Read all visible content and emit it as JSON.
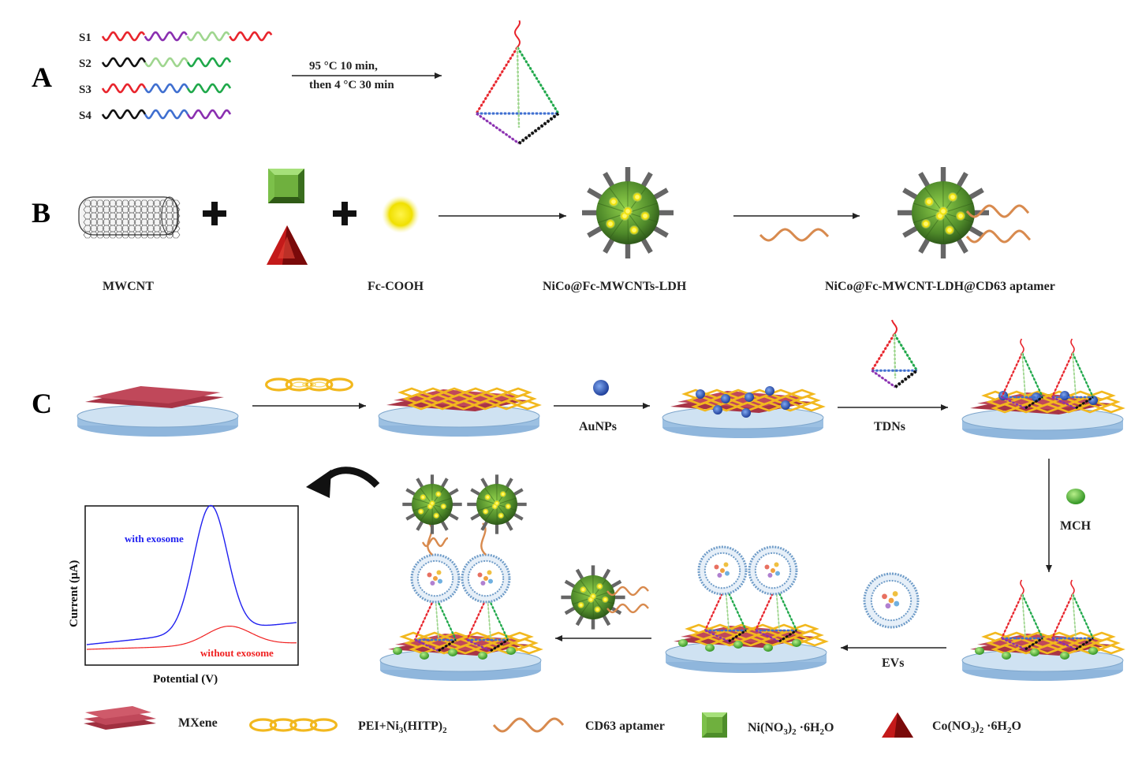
{
  "panels": {
    "a": "A",
    "b": "B",
    "c": "C"
  },
  "strands": [
    "S1",
    "S2",
    "S3",
    "S4"
  ],
  "annealing": {
    "line1": "95 °C 10 min,",
    "line2": "then 4 °C 30 min"
  },
  "panel_b": {
    "mwcnt": "MWCNT",
    "fc": "Fc-COOH",
    "ldh": "NiCo@Fc-MWCNTs-LDH",
    "ldh_aptamer": "NiCo@Fc-MWCNT-LDH@CD63 aptamer"
  },
  "steps": {
    "aunps": "AuNPs",
    "tdns": "TDNs",
    "mch": "MCH",
    "evs": "EVs"
  },
  "plot": {
    "ylabel": "Current (μA)",
    "xlabel": "Potential (V)",
    "with": "with exosome",
    "without": "without exosome"
  },
  "legend": {
    "mxene": "MXene",
    "pei": "PEI+Ni",
    "pei_sub": "3",
    "pei_tail": "(HITP)",
    "pei_sub2": "2",
    "aptamer": "CD63 aptamer",
    "ni_a": "Ni(NO",
    "ni_b": "3",
    "ni_c": ")",
    "ni_d": "2",
    "ni_e": " ·6H",
    "ni_f": "2",
    "ni_g": "O",
    "co_a": "Co(NO",
    "co_b": "3",
    "co_c": ")",
    "co_d": "2",
    "co_e": " ·6H",
    "co_f": "2",
    "co_g": "O"
  },
  "colors": {
    "red": "#e8242c",
    "green": "#1fa84a",
    "lightgreen": "#9fd68f",
    "blue": "#3f6fd0",
    "purple": "#8a2fb0",
    "black": "#111111",
    "mxene": "#c0485a",
    "pei": "#f2c12e",
    "aptamer": "#d88a4e",
    "disk": "#a9c9e6",
    "with_curve": "#2020f0",
    "without_curve": "#f02020"
  }
}
